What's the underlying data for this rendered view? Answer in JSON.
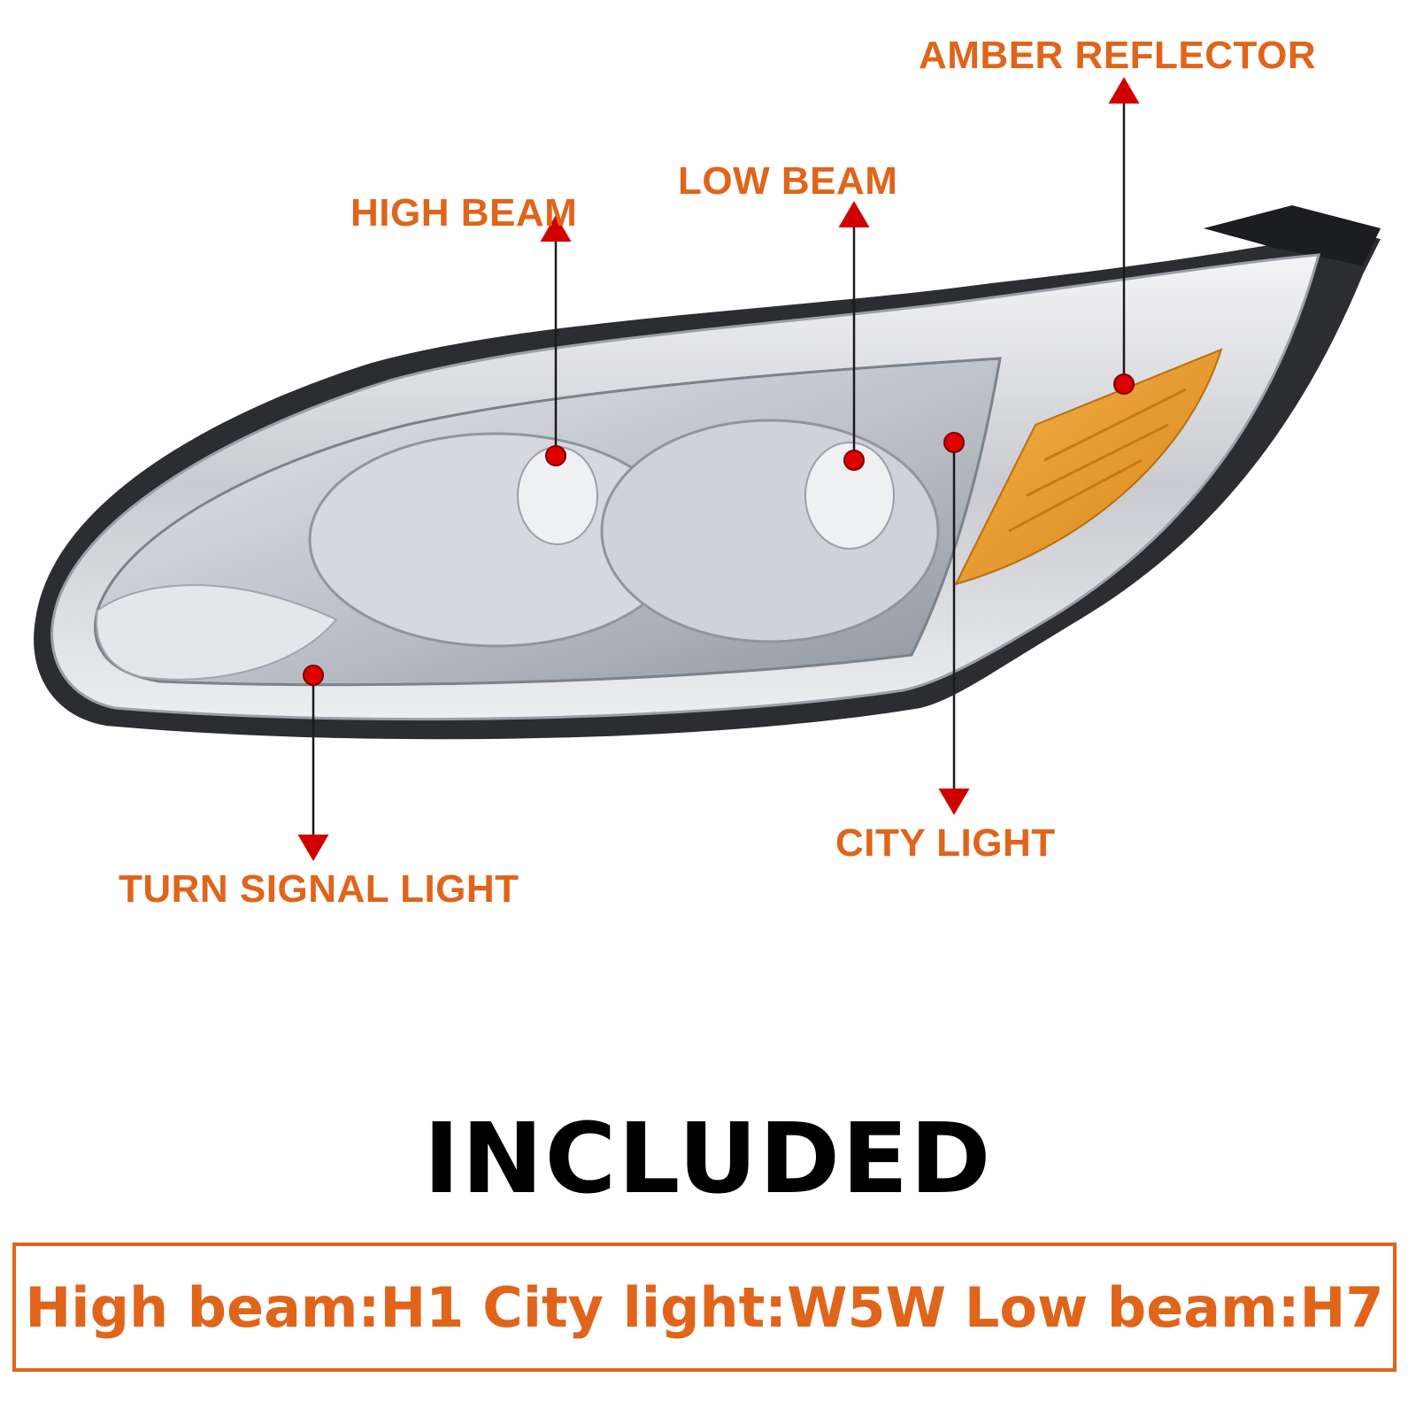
{
  "callouts": {
    "amber_reflector": "AMBER REFLECTOR",
    "low_beam": "LOW BEAM",
    "high_beam": "HIGH BEAM",
    "city_light": "CITY LIGHT",
    "turn_signal_light": "TURN SIGNAL LIGHT"
  },
  "included_title": "INCLUDED",
  "specs": [
    "High beam:H1",
    "City light:W5W",
    "Low beam:H7"
  ],
  "colors": {
    "accent": "#E0641A",
    "marker": "#E00000",
    "amber": "#E8A02A"
  }
}
